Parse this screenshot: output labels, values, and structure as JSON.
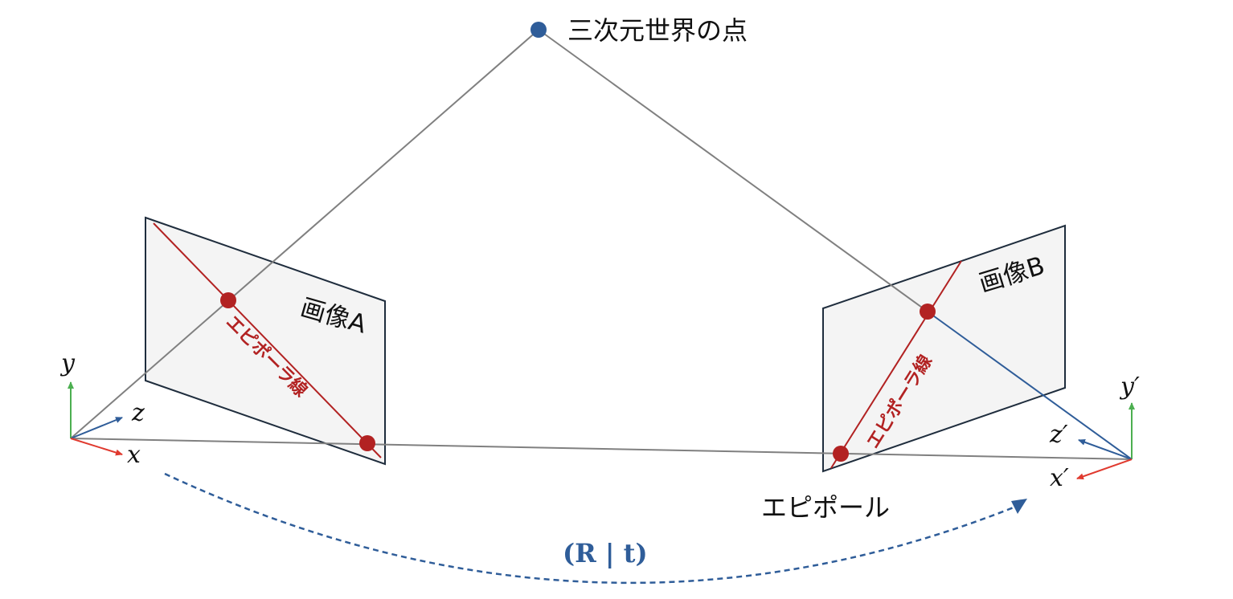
{
  "labels": {
    "world_point": "三次元世界の点",
    "image_a": "画像A",
    "image_b": "画像B",
    "epipolar_line_a": "エピポーラ線",
    "epipolar_line_b": "エピポーラ線",
    "epipole": "エピポール",
    "transform": "(R | t)"
  },
  "camera_a_axes": {
    "x": "x",
    "y": "y",
    "z": "z"
  },
  "camera_b_axes": {
    "x": "x′",
    "y": "y′",
    "z": "z′"
  },
  "colors": {
    "ray_gray": "#808080",
    "epipolar_red": "#b22222",
    "world_point_blue": "#2f5d99",
    "image_plane_fill": "#f2f2f2",
    "image_plane_stroke": "#1f2d3d",
    "axis_x_red": "#e03a2f",
    "axis_y_green": "#4caf50",
    "axis_z_blue": "#2f5d99",
    "transform_blue": "#2f5d99"
  }
}
